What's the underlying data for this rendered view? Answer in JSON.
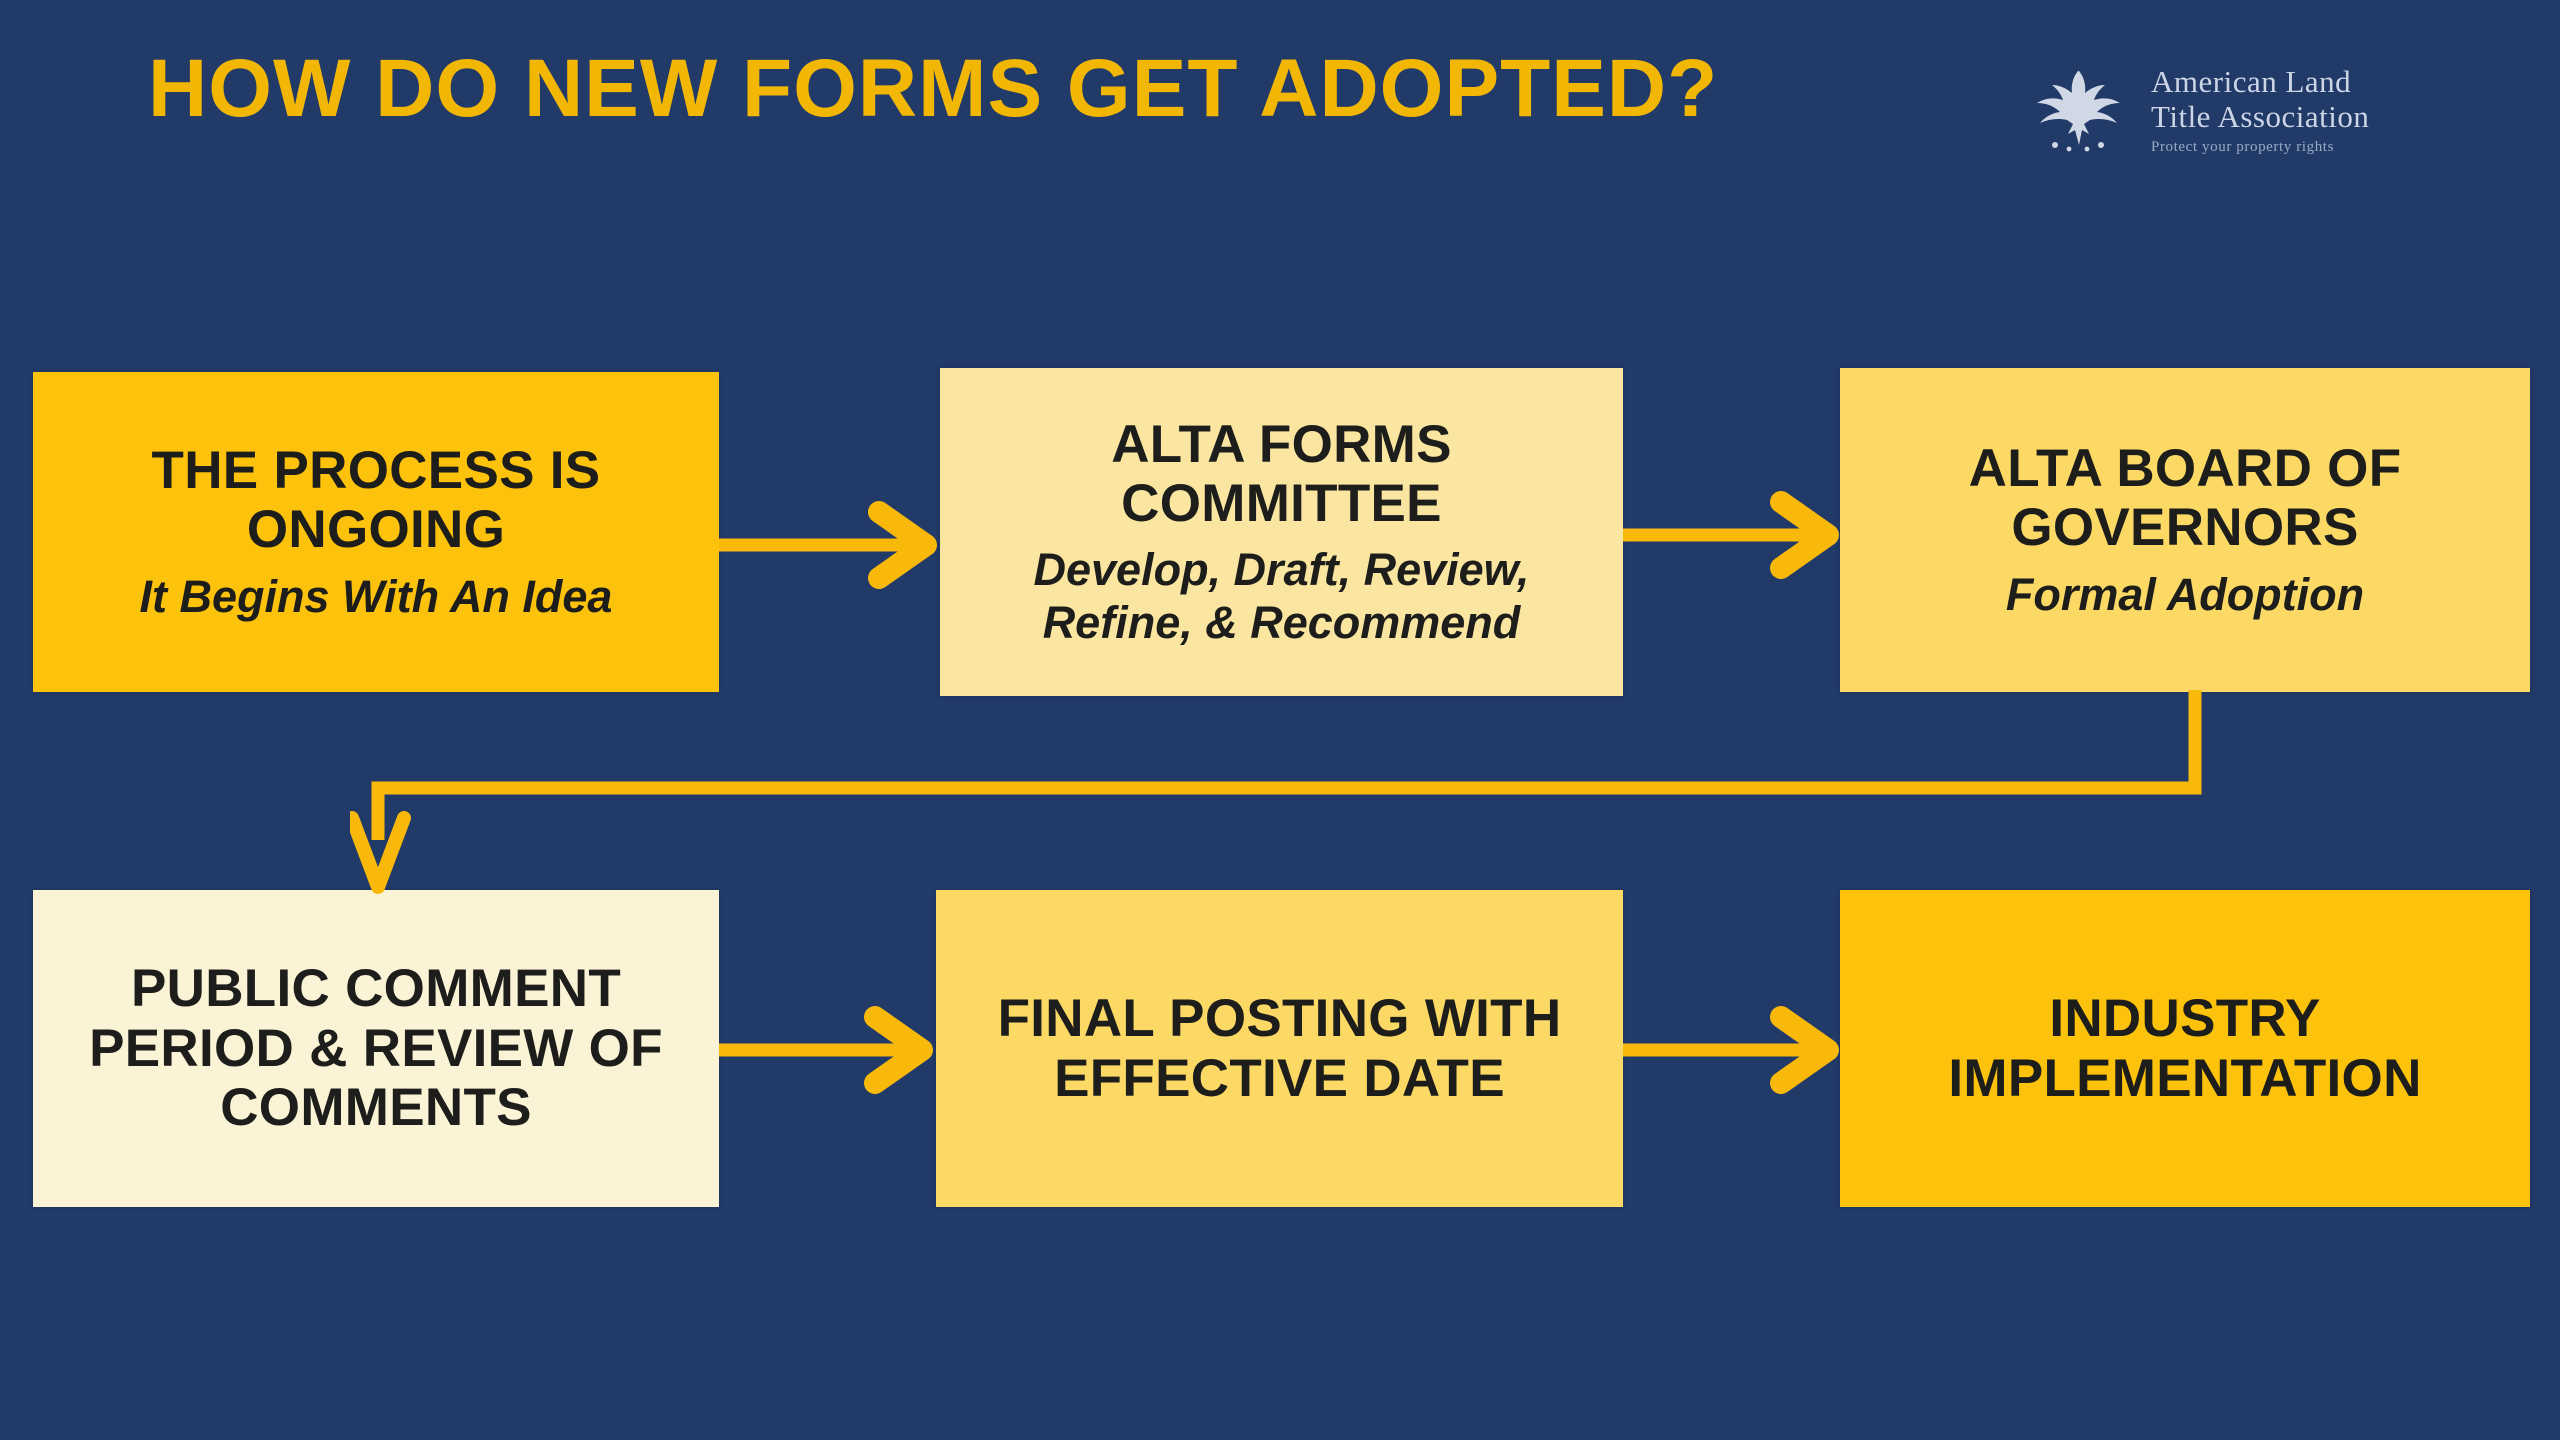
{
  "slide": {
    "title": "HOW DO NEW FORMS GET ADOPTED?",
    "background_color": "#213a68",
    "title_color": "#f2b705",
    "accent_color": "#f9b90a"
  },
  "logo": {
    "mark": "eagle-icon",
    "line1": "American Land",
    "line2": "Title Association",
    "tagline": "Protect your property rights"
  },
  "flow": {
    "boxes": [
      {
        "id": "process-ongoing",
        "heading": "THE PROCESS IS ONGOING",
        "subtitle": "It Begins With An Idea",
        "fill": "#fdc20c",
        "step": 1
      },
      {
        "id": "alta-forms-committee",
        "heading": "ALTA FORMS COMMITTEE",
        "subtitle": "Develop, Draft, Review, Refine, & Recommend",
        "fill": "#fae6a0",
        "step": 2
      },
      {
        "id": "alta-board-of-governors",
        "heading": "ALTA BOARD OF GOVERNORS",
        "subtitle": "Formal Adoption",
        "fill": "#fbd964",
        "step": 3
      },
      {
        "id": "public-comment-period",
        "heading": "PUBLIC COMMENT PERIOD & REVIEW OF COMMENTS",
        "subtitle": "",
        "fill": "#fbf3d5",
        "step": 4
      },
      {
        "id": "final-posting",
        "heading": "FINAL POSTING WITH EFFECTIVE DATE",
        "subtitle": "",
        "fill": "#fbd964",
        "step": 5
      },
      {
        "id": "industry-implementation",
        "heading": "INDUSTRY IMPLEMENTATION",
        "subtitle": "",
        "fill": "#fdc20c",
        "step": 6
      }
    ],
    "connectors": [
      {
        "id": "arrow-1-to-2",
        "from": "process-ongoing",
        "to": "alta-forms-committee",
        "direction": "right"
      },
      {
        "id": "arrow-2-to-3",
        "from": "alta-forms-committee",
        "to": "alta-board-of-governors",
        "direction": "right"
      },
      {
        "id": "arrow-3-to-4",
        "from": "alta-board-of-governors",
        "to": "public-comment-period",
        "direction": "down-left-wrap"
      },
      {
        "id": "arrow-4-to-5",
        "from": "public-comment-period",
        "to": "final-posting",
        "direction": "right"
      },
      {
        "id": "arrow-5-to-6",
        "from": "final-posting",
        "to": "industry-implementation",
        "direction": "right"
      }
    ]
  }
}
